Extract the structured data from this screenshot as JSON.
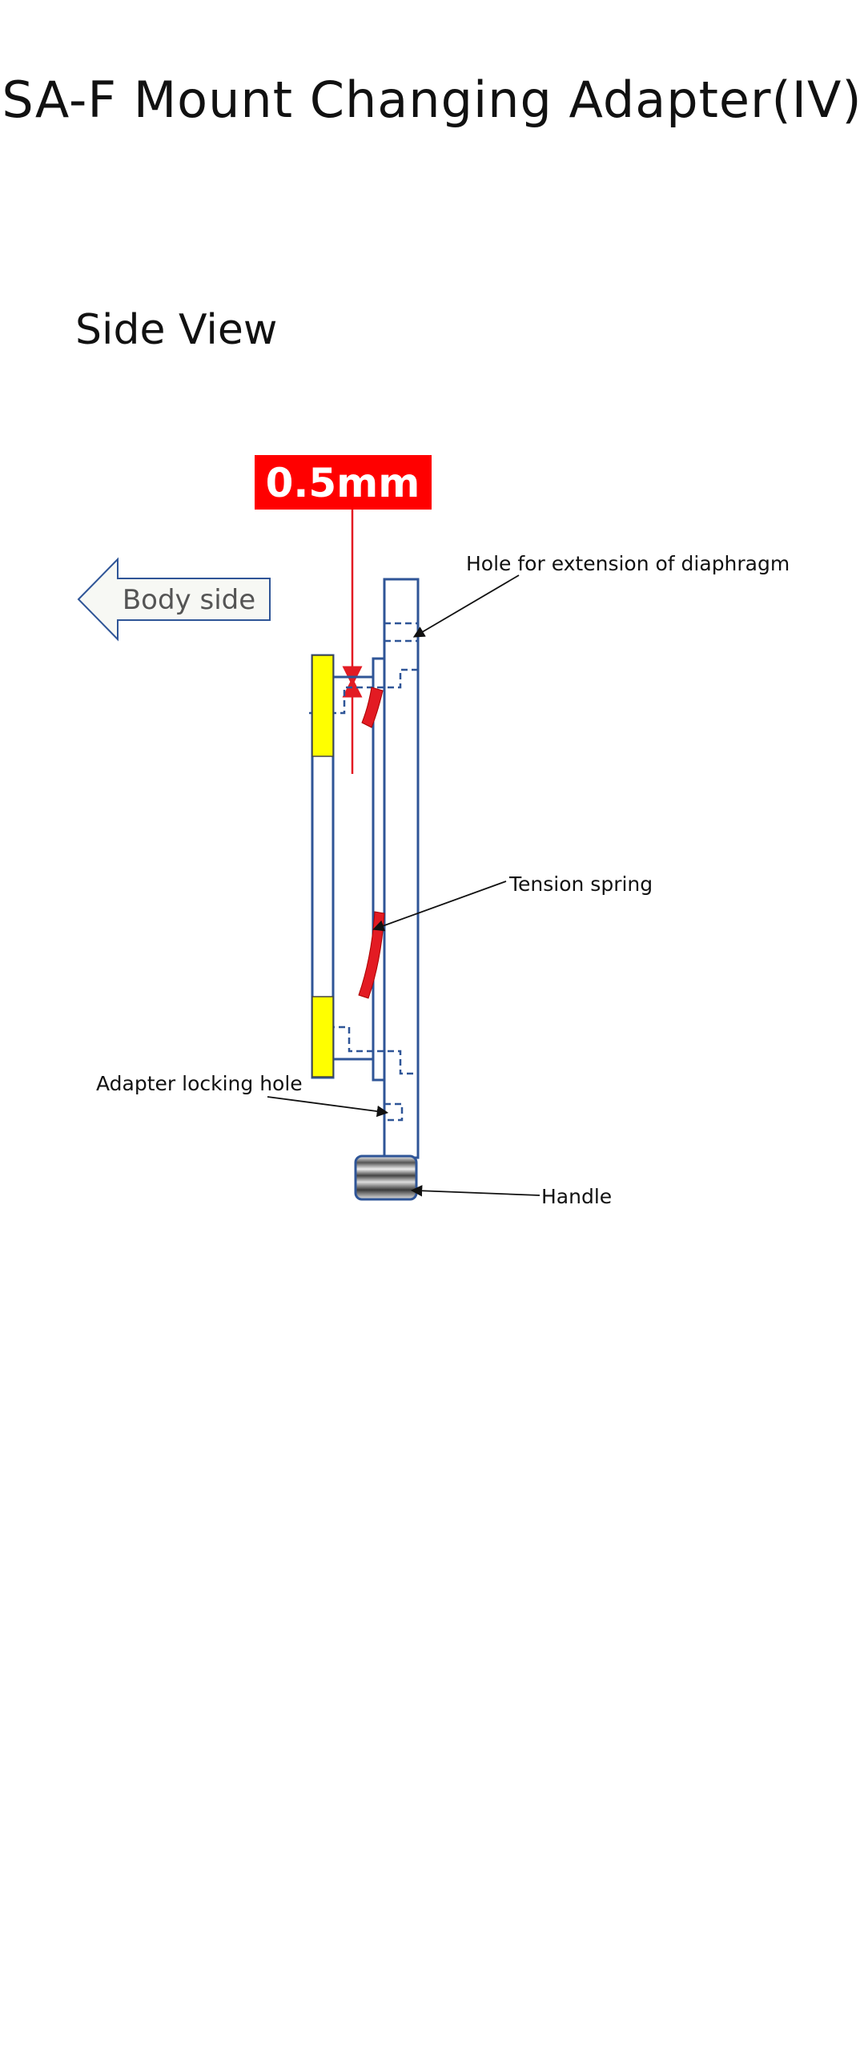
{
  "title": "SA-F Mount Changing Adapter(IV)",
  "section": "Side View",
  "dimension": "0.5mm",
  "direction_arrow": "Body side",
  "labels": {
    "diaphragm_hole": "Hole for extension of diaphragm",
    "tension_spring": "Tension spring",
    "locking_hole": "Adapter locking hole",
    "handle": "Handle"
  },
  "colors": {
    "outline": "#2f5597",
    "lug": "#ffff00",
    "spring": "#e31b23",
    "dimension_bg": "#ff0000",
    "arrow_fill": "#f7f8f4"
  }
}
